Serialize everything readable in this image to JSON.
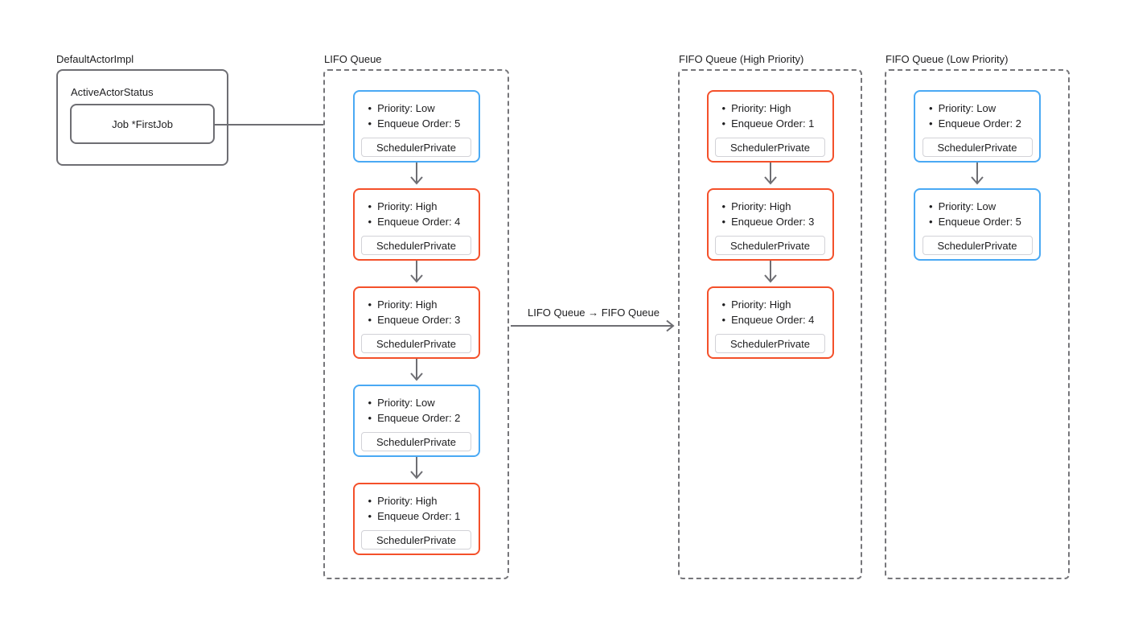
{
  "diagram": {
    "actor": {
      "label": "DefaultActorImpl",
      "status_label": "ActiveActorStatus",
      "job_label": "Job *FirstJob"
    },
    "transfer_arrow": {
      "label": "LIFO Queue → FIFO Queue"
    },
    "bullet_glyph": "•",
    "scheduler_private_label": "SchedulerPrivate",
    "queues": [
      {
        "id": "lifo",
        "label": "LIFO Queue",
        "nodes": [
          {
            "accent": "blue",
            "priority_line": "Priority: Low",
            "order_line": "Enqueue Order: 5"
          },
          {
            "accent": "red",
            "priority_line": "Priority: High",
            "order_line": "Enqueue Order: 4"
          },
          {
            "accent": "red",
            "priority_line": "Priority: High",
            "order_line": "Enqueue Order: 3"
          },
          {
            "accent": "blue",
            "priority_line": "Priority: Low",
            "order_line": "Enqueue Order: 2"
          },
          {
            "accent": "red",
            "priority_line": "Priority: High",
            "order_line": "Enqueue Order: 1"
          }
        ]
      },
      {
        "id": "fifo-high",
        "label": "FIFO Queue (High Priority)",
        "nodes": [
          {
            "accent": "red",
            "priority_line": "Priority: High",
            "order_line": "Enqueue Order: 1"
          },
          {
            "accent": "red",
            "priority_line": "Priority: High",
            "order_line": "Enqueue Order: 3"
          },
          {
            "accent": "red",
            "priority_line": "Priority: High",
            "order_line": "Enqueue Order: 4"
          }
        ]
      },
      {
        "id": "fifo-low",
        "label": "FIFO Queue (Low Priority)",
        "nodes": [
          {
            "accent": "blue",
            "priority_line": "Priority: Low",
            "order_line": "Enqueue Order: 2"
          },
          {
            "accent": "blue",
            "priority_line": "Priority: Low",
            "order_line": "Enqueue Order: 5"
          }
        ]
      }
    ],
    "colors": {
      "blue": "#4aa9f4",
      "red": "#f4502a",
      "gray": "#6e6e73",
      "text": "#1d1d1f",
      "scheduler_border": "#d2d2d7"
    }
  }
}
